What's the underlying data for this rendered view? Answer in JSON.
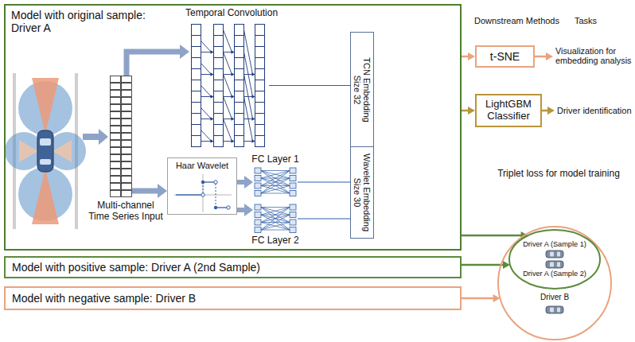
{
  "diagram": {
    "nodes": [
      {
        "text": [
          "Model with original sample: Driver A"
        ]
      },
      {
        "text": [
          "Multi-channel Time Series Input"
        ],
        "in": 0
      },
      {
        "text": [
          "Temporal Convolution"
        ],
        "in": 0
      },
      {
        "text": [
          "Haar Wavelet"
        ],
        "in": 0
      },
      {
        "text": [
          "FC Layer 1"
        ],
        "in": 0
      },
      {
        "text": [
          "FC Layer 2"
        ],
        "in": 0
      },
      {
        "text": [
          "TCN Embedding Size 32"
        ],
        "in": 0
      },
      {
        "text": [
          "Wavelet Embedding Size 30"
        ],
        "in": 0
      },
      {
        "text": [
          "t-SNE"
        ]
      },
      {
        "text": [
          "LightGBM Classifier"
        ]
      },
      {
        "text": [
          "Driver B"
        ]
      },
      {
        "text": [
          "Driver A (Sample 1)",
          "Driver A (Sample 2)"
        ],
        "in": 10
      },
      {
        "text": [
          "Model with positive sample: Driver A (2nd Sample)"
        ]
      },
      {
        "text": [
          "Model with negative sample: Driver B"
        ]
      }
    ],
    "edges": [
      {
        "from": 1,
        "to": 2,
        "arrow": "to"
      },
      {
        "from": 1,
        "to": 3,
        "arrow": "to"
      },
      {
        "from": 3,
        "to": 4,
        "arrow": "to"
      },
      {
        "from": 3,
        "to": 5,
        "arrow": "to"
      },
      {
        "from": 2,
        "to": 6,
        "arrow": "none"
      },
      {
        "from": 4,
        "to": 7,
        "arrow": "none"
      },
      {
        "from": 5,
        "to": 7,
        "arrow": "none"
      },
      {
        "from": 0,
        "to": 8,
        "arrow": "to"
      },
      {
        "from": 0,
        "to": 9,
        "arrow": "to"
      },
      {
        "from": 0,
        "to": 11,
        "arrow": "to"
      },
      {
        "from": 12,
        "to": 11,
        "arrow": "to"
      },
      {
        "from": 13,
        "to": 10,
        "arrow": "to"
      }
    ],
    "labels": [
      "Downstream Methods",
      "Tasks",
      "Visualization for embedding analysis",
      "Driver identification",
      "Triplet loss for model training"
    ]
  }
}
